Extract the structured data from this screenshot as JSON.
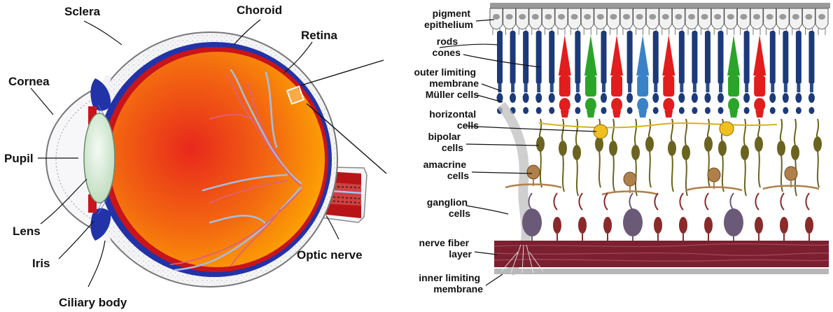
{
  "eye_labels": {
    "sclera": "Sclera",
    "choroid": "Choroid",
    "retina": "Retina",
    "cornea": "Cornea",
    "pupil": "Pupil",
    "lens": "Lens",
    "iris": "Iris",
    "ciliary_body": "Ciliary body",
    "optic_nerve": "Optic nerve"
  },
  "retina_labels": [
    [
      "pigment",
      "epithelium"
    ],
    [
      "rods",
      "cones"
    ],
    [
      "outer limiting",
      "membrane"
    ],
    [
      "Müller cells"
    ],
    [
      "horizontal",
      "cells"
    ],
    [
      "bipolar",
      "cells"
    ],
    [
      "amacrine",
      "cells"
    ],
    [
      "ganglion",
      "cells"
    ],
    [
      "nerve fiber",
      "layer"
    ],
    [
      "inner limiting",
      "membrane"
    ]
  ],
  "photoreceptor_sequence": [
    "rod",
    "rod",
    "rod",
    "rod",
    "rod",
    "red",
    "rod",
    "green",
    "rod",
    "red",
    "rod",
    "blue",
    "rod",
    "red",
    "rod",
    "rod",
    "rod",
    "rod",
    "green",
    "rod",
    "red",
    "rod",
    "rod",
    "rod",
    "rod"
  ],
  "colors": {
    "sclera_fill": "#f4f4f6",
    "choroid": "#2233a8",
    "retina": "#c8141a",
    "vitreous_start": "#e8281c",
    "vitreous_end": "#ffb000",
    "lens": "#d8ead8",
    "rod": "#1c3a7a",
    "cone_red": "#e11d1d",
    "cone_green": "#2aa52a",
    "cone_blue": "#3a82c8",
    "nerve_fiber": "#7a2030",
    "ganglion": "#6a5a78",
    "bipolar": "#6b6420",
    "horizontal": "#f0c020",
    "amacrine": "#b0804a"
  }
}
